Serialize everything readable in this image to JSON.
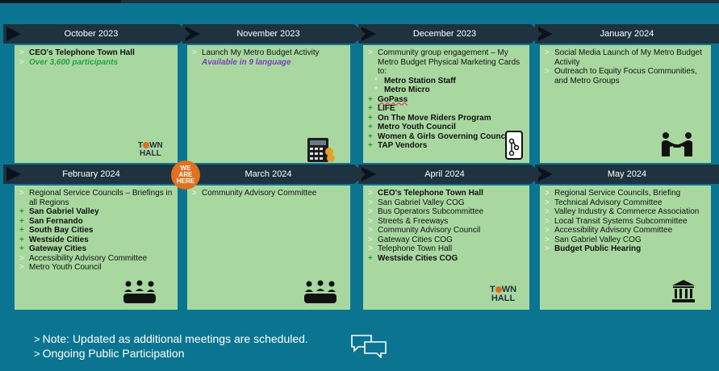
{
  "row1": [
    {
      "month": "October 2023",
      "items": [
        {
          "m": ">",
          "t": "CEO's Telephone Town Hall",
          "s": "b"
        },
        {
          "m": ">",
          "t": "Over 3,600 participants",
          "s": "g"
        }
      ],
      "icon": "townhall-icon"
    },
    {
      "month": "November 2023",
      "items": [
        {
          "m": ">",
          "t": "Launch My Metro Budget Activity",
          "s": ""
        },
        {
          "m": "",
          "t": "Available in 9 language",
          "s": "p"
        }
      ],
      "icon": "calculator-icon"
    },
    {
      "month": "December 2023",
      "items": [
        {
          "m": ">",
          "t": "Community group engagement – My Metro Budget Physical Marketing Cards to:",
          "s": ""
        },
        {
          "m": "*",
          "t": "Metro Station Staff",
          "s": "b",
          "ind": true
        },
        {
          "m": "*",
          "t": "Metro Micro",
          "s": "b",
          "ind": true
        },
        {
          "m": "+",
          "t": "GoPass",
          "s": "b u"
        },
        {
          "m": "+",
          "t": "LIFE",
          "s": "b"
        },
        {
          "m": "+",
          "t": "On The Move Riders Program",
          "s": "b"
        },
        {
          "m": "+",
          "t": "Metro Youth Council",
          "s": "b"
        },
        {
          "m": "+",
          "t": "Women & Girls Governing Council",
          "s": "b"
        },
        {
          "m": "+",
          "t": "TAP Vendors",
          "s": "b"
        }
      ],
      "icon": "smartphone-icon"
    },
    {
      "month": "January 2024",
      "items": [
        {
          "m": ">",
          "t": "Social Media Launch of My Metro Budget Activity",
          "s": ""
        },
        {
          "m": ">",
          "t": "Outreach to Equity Focus Communities, and Metro Groups",
          "s": ""
        }
      ],
      "icon": "handshake-icon"
    }
  ],
  "row2": [
    {
      "month": "February 2024",
      "items": [
        {
          "m": ">",
          "t": "Regional Service Councils – Briefings in all Regions",
          "s": ""
        },
        {
          "m": "+",
          "t": "San Gabriel Valley",
          "s": "b"
        },
        {
          "m": "+",
          "t": "San Fernando",
          "s": "b"
        },
        {
          "m": "+",
          "t": "South Bay Cities",
          "s": "b"
        },
        {
          "m": "+",
          "t": "Westside Cities",
          "s": "b"
        },
        {
          "m": "+",
          "t": "Gateway Cities",
          "s": "b"
        },
        {
          "m": ">",
          "t": "Accessibility Advisory Committee",
          "s": ""
        },
        {
          "m": ">",
          "t": "Metro Youth Council",
          "s": ""
        }
      ],
      "icon": "meeting-icon"
    },
    {
      "month": "March 2024",
      "items": [
        {
          "m": ">",
          "t": "Community Advisory Committee",
          "s": ""
        }
      ],
      "icon": "meeting-icon"
    },
    {
      "month": "April 2024",
      "items": [
        {
          "m": ">",
          "t": "CEO's Telephone Town Hall",
          "s": "b"
        },
        {
          "m": ">",
          "t": "San Gabriel Valley COG",
          "s": ""
        },
        {
          "m": ">",
          "t": "Bus Operators Subcommittee",
          "s": ""
        },
        {
          "m": ">",
          "t": "Streets & Freeways",
          "s": ""
        },
        {
          "m": ">",
          "t": "Community Advisory Council",
          "s": ""
        },
        {
          "m": ">",
          "t": "Gateway Cities COG",
          "s": ""
        },
        {
          "m": ">",
          "t": "Telephone Town Hall",
          "s": ""
        },
        {
          "m": "+",
          "t": "Westside Cities COG",
          "s": "b"
        }
      ],
      "icon": "townhall-icon"
    },
    {
      "month": "May 2024",
      "items": [
        {
          "m": ">",
          "t": "Regional Service Councils, Briefing",
          "s": ""
        },
        {
          "m": ">",
          "t": "Technical Advisory Committee",
          "s": ""
        },
        {
          "m": ">",
          "t": "Valley Industry & Commerce Association",
          "s": ""
        },
        {
          "m": ">",
          "t": "Local Transit Systems Subcommittee",
          "s": ""
        },
        {
          "m": ">",
          "t": "Accessibility Advisory Committee",
          "s": ""
        },
        {
          "m": ">",
          "t": "San Gabriel Valley COG",
          "s": ""
        },
        {
          "m": ">",
          "t": "Budget Public Hearing",
          "s": "b"
        }
      ],
      "icon": "courthouse-icon"
    }
  ],
  "badge": {
    "line1": "WE",
    "line2": "ARE",
    "line3": "HERE"
  },
  "townhall_logo": {
    "line1a": "T",
    "line1b": "WN",
    "line2": "HALL"
  },
  "notes": [
    "Note: Updated as additional meetings are scheduled.",
    "Ongoing Public Participation"
  ],
  "note_marker": ">"
}
